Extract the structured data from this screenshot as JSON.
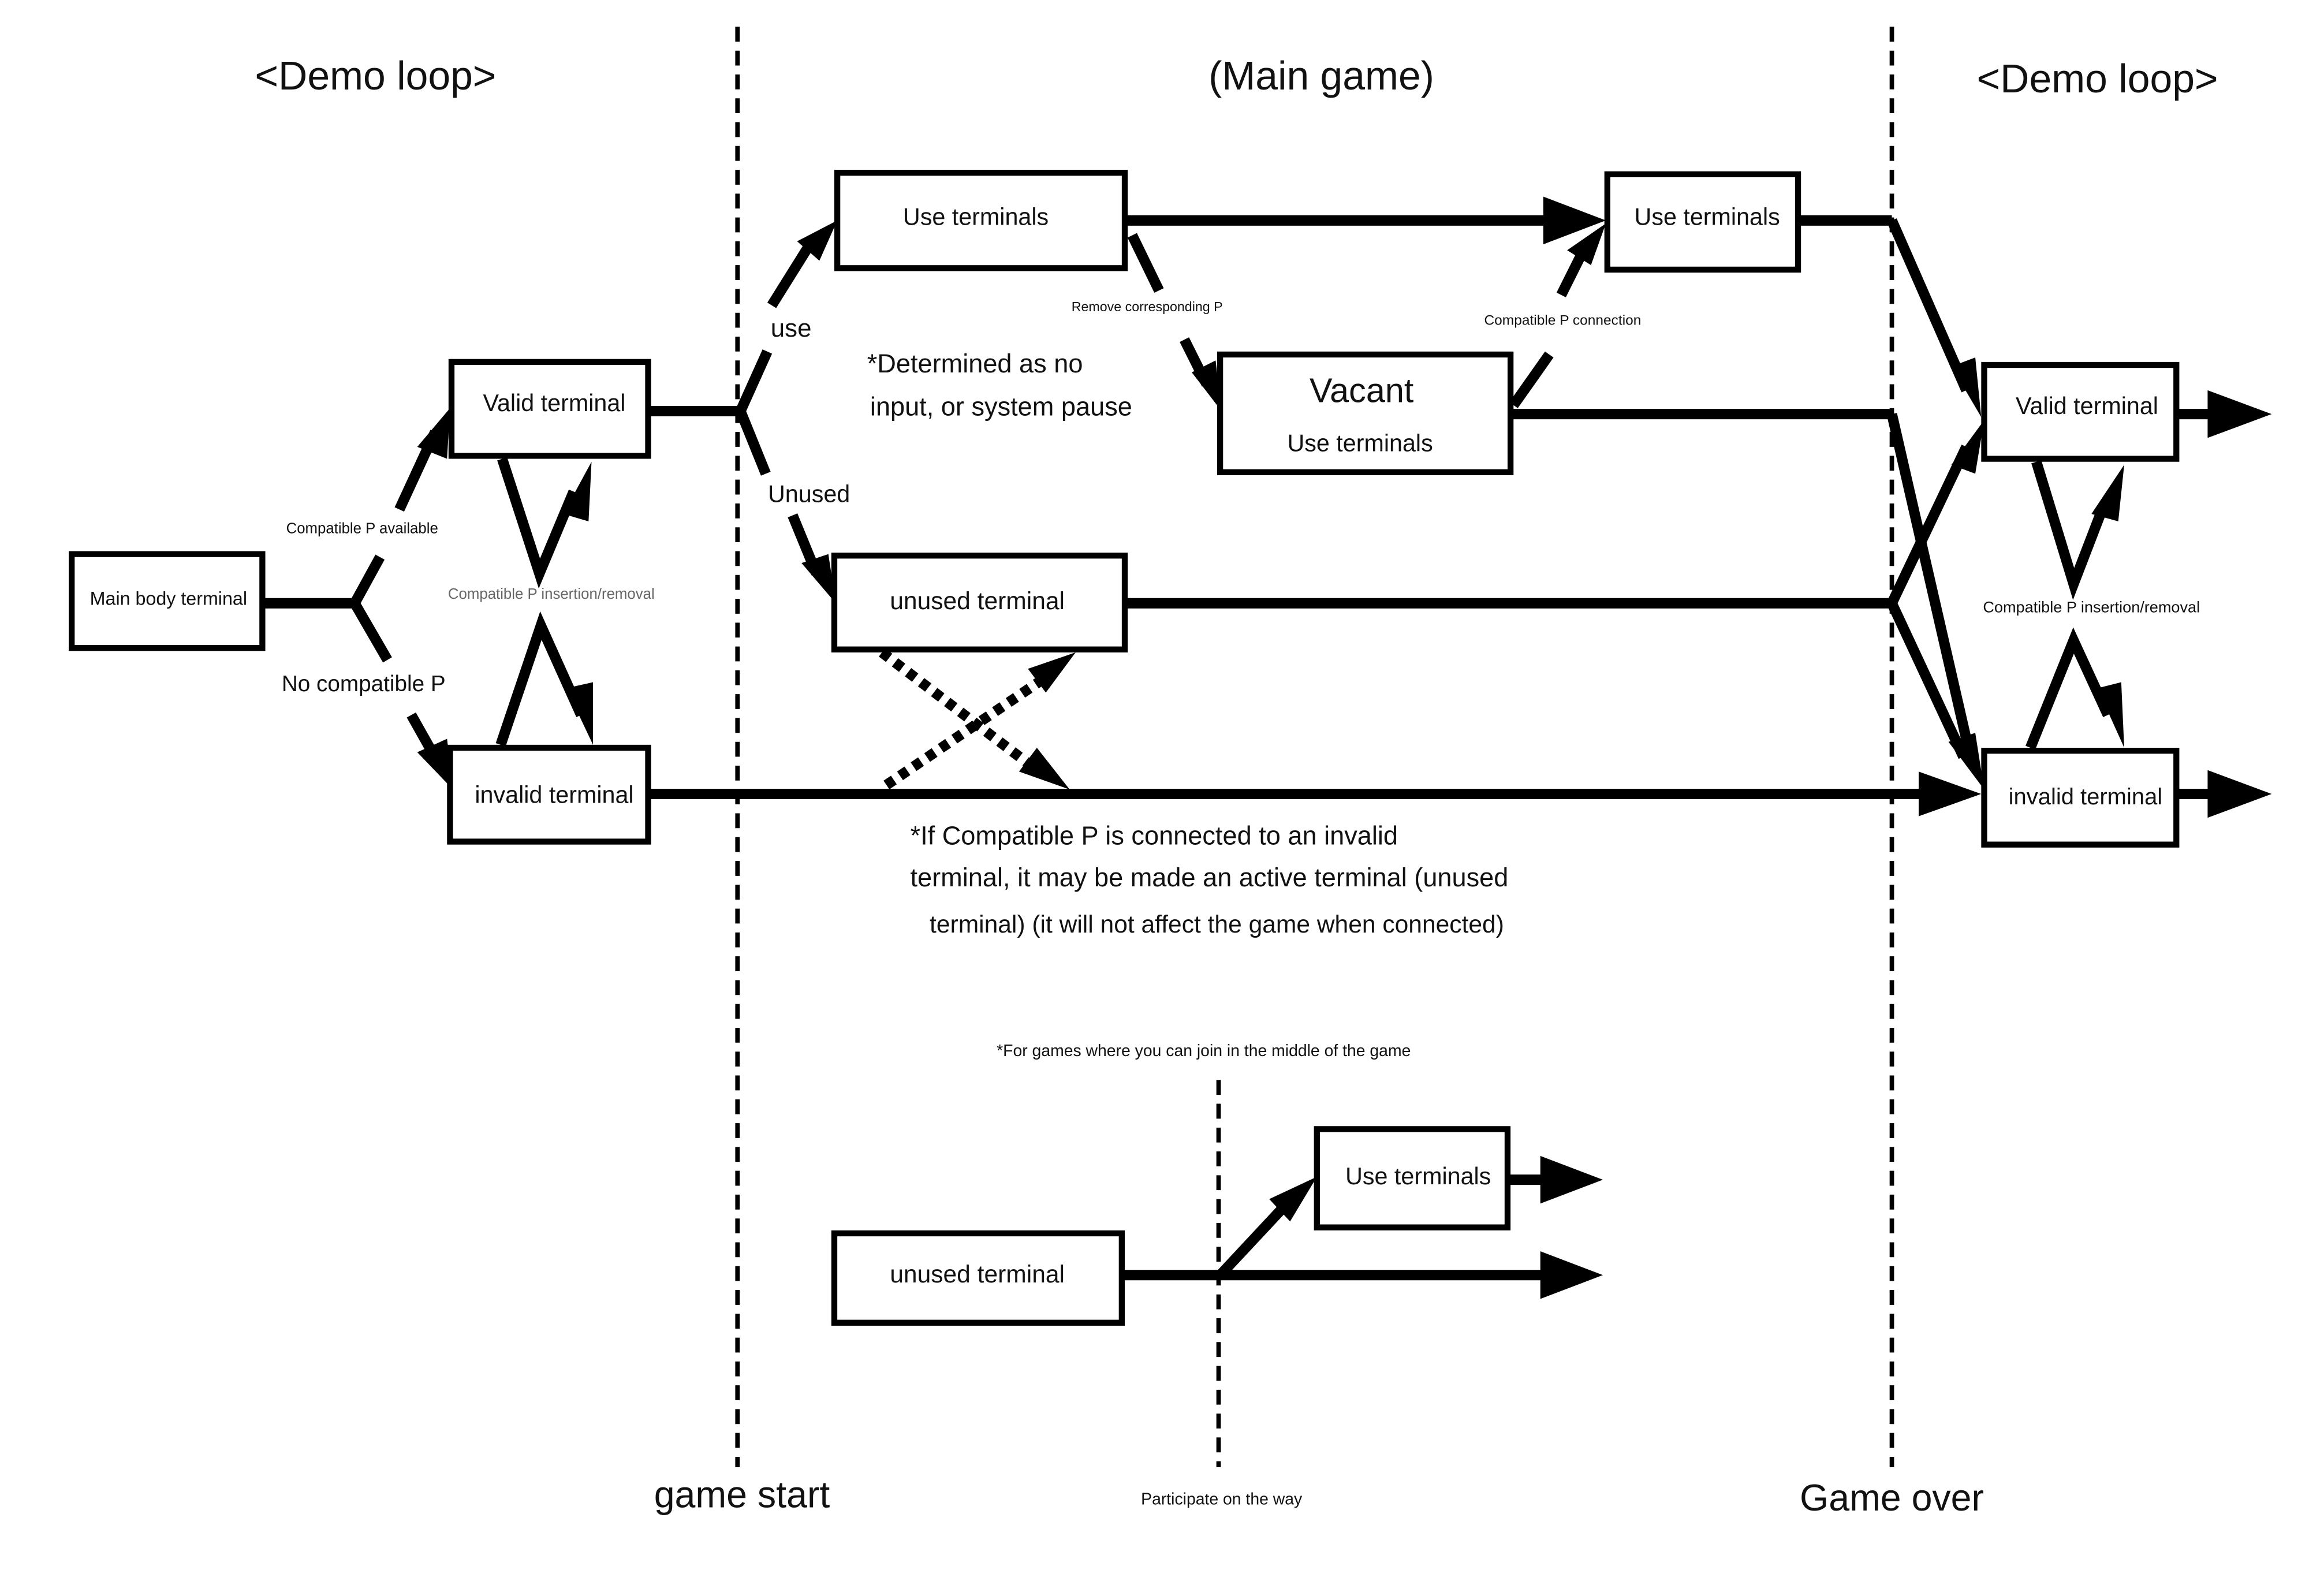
{
  "sections": {
    "left": "<Demo loop>",
    "middle": "(Main game)",
    "right": "<Demo loop>"
  },
  "boundaries": {
    "game_start": "game start",
    "game_over": "Game over",
    "participate": "Participate on the way"
  },
  "nodes": {
    "main_body": "Main body terminal",
    "valid_left": "Valid terminal",
    "invalid_left": "invalid terminal",
    "use_top": "Use terminals",
    "use_top_right": "Use terminals",
    "vacant_title": "Vacant",
    "vacant_sub": "Use terminals",
    "unused_mid": "unused terminal",
    "valid_right": "Valid terminal",
    "invalid_right": "invalid terminal",
    "unused_bottom": "unused terminal",
    "use_bottom": "Use terminals"
  },
  "edge_labels": {
    "compatible_available": "Compatible P available",
    "no_compatible": "No compatible P",
    "insert_remove_left": "Compatible P insertion/removal",
    "insert_remove_right": "Compatible P insertion/removal",
    "use": "use",
    "unused": "Unused",
    "remove_corresponding": "Remove corresponding P",
    "compatible_connection": "Compatible P connection"
  },
  "notes": {
    "determined_1": "*Determined as no",
    "determined_2": "input, or system pause",
    "invalid_1": "*If Compatible P is connected to an invalid",
    "invalid_2": "terminal, it may be made an active terminal (unused",
    "invalid_3": "terminal) (it will not affect the game when connected)",
    "join_midgame": "*For games where you can join in the middle of the game"
  }
}
